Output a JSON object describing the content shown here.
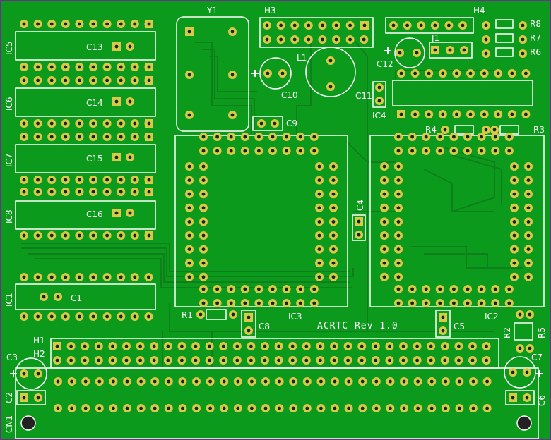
{
  "board": {
    "title": "ACRTC Rev 1.0",
    "colors": {
      "outline": "#6b2f8c",
      "copper": "#0c9a1c",
      "trace": "#0f7f1c",
      "silk": "#ffffff",
      "pad": "#d9c84a",
      "drill": "#0a2a0a"
    }
  },
  "labels": {
    "Y1": "Y1",
    "H3": "H3",
    "H4": "H4",
    "L1": "L1",
    "J1": "J1",
    "R8": "R8",
    "R7": "R7",
    "R6": "R6",
    "R4": "R4",
    "R3": "R3",
    "R1": "R1",
    "R2": "R2",
    "R5": "R5",
    "C1": "C1",
    "C2": "C2",
    "C3": "C3",
    "C4": "C4",
    "C5": "C5",
    "C6": "C6",
    "C7": "C7",
    "C8": "C8",
    "C9": "C9",
    "C10": "C10",
    "C11": "C11",
    "C12": "C12",
    "C13": "C13",
    "C14": "C14",
    "C15": "C15",
    "C16": "C16",
    "IC1": "IC1",
    "IC2": "IC2",
    "IC3": "IC3",
    "IC4": "IC4",
    "IC5": "IC5",
    "IC6": "IC6",
    "IC7": "IC7",
    "IC8": "IC8",
    "H1": "H1",
    "H2": "H2",
    "CN1": "CN1"
  }
}
